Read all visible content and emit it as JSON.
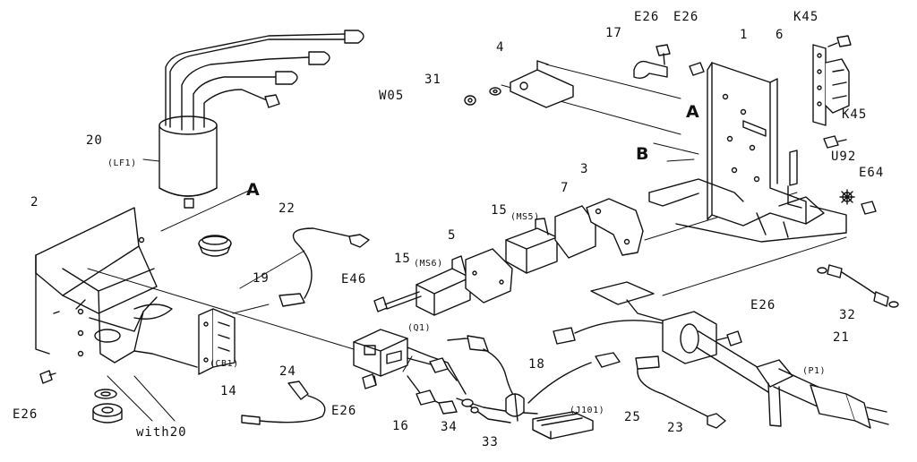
{
  "callouts": {
    "c_17": "17",
    "c_e26_a": "E26",
    "c_e26_b": "E26",
    "c_k45_top": "K45",
    "c_6": "6",
    "c_1": "1",
    "c_4": "4",
    "c_31": "31",
    "c_w05": "W05",
    "c_A_right": "A",
    "c_B": "B",
    "c_k45_mid": "K45",
    "c_u92": "U92",
    "c_e64": "E64",
    "c_20_top": "20",
    "c_lf1": "(LF1)",
    "c_A_left": "A",
    "c_2": "2",
    "c_22": "22",
    "c_19": "19",
    "c_3": "3",
    "c_7": "7",
    "c_15_ms5": "15",
    "c_ms5": "(MS5)",
    "c_5": "5",
    "c_15_ms6": "15",
    "c_ms6": "(MS6)",
    "c_e46": "E46",
    "c_32": "32",
    "c_e26_c": "E26",
    "c_21": "21",
    "c_p1": "(P1)",
    "c_q1": "(Q1)",
    "c_cb1": "(CB1)",
    "c_14": "14",
    "c_24": "24",
    "c_e26_d": "E26",
    "c_16": "16",
    "c_18": "18",
    "c_j101": "(J101)",
    "c_25": "25",
    "c_23": "23",
    "c_34": "34",
    "c_33": "33",
    "c_e26_left": "E26",
    "c_with20": "with20"
  }
}
